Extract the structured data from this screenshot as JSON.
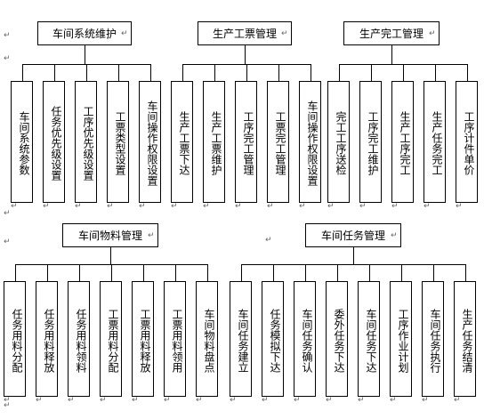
{
  "mark": "↵",
  "groups": [
    {
      "title": "车间系统维护",
      "leaves": [
        "车间系统参数",
        "任务优先级设置",
        "工序优先级设置",
        "工票类型设置",
        "车间操作权限设置"
      ]
    },
    {
      "title": "生产工票管理",
      "leaves": [
        "生产工票下达",
        "生产工票维护",
        "工序完工管理",
        "工票完工管理",
        "车间操作权限设置"
      ]
    },
    {
      "title": "生产完工管理",
      "leaves": [
        "完工工序送检",
        "工序完工维护",
        "生产工序完工",
        "生产任务完工",
        "工序计件单价"
      ]
    },
    {
      "title": "车间物料管理",
      "leaves": [
        "任务用料分配",
        "任务用料释放",
        "任务用料领料",
        "工票用料分配",
        "工票用料释放",
        "工票用料领用",
        "车间物料盘点"
      ]
    },
    {
      "title": "车间任务管理",
      "leaves": [
        "车间任务建立",
        "任务模拟下达",
        "车间任务确认",
        "委外任务下达",
        "车间任务下达",
        "工序作业计划",
        "车间任务执行",
        "生产任务结清"
      ]
    }
  ]
}
